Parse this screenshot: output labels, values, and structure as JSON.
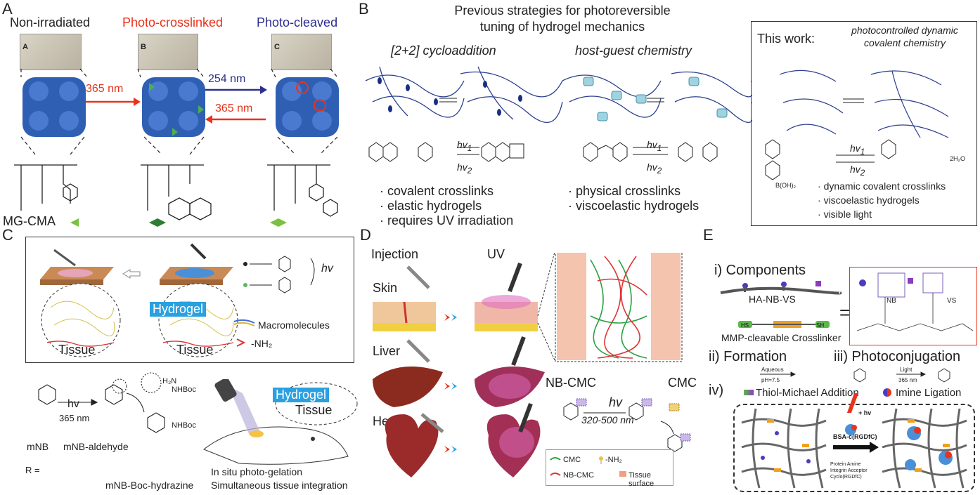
{
  "panelA": {
    "label": "A",
    "states": [
      "Non-irradiated",
      "Photo-crosslinked",
      "Photo-cleaved"
    ],
    "photo_labels": [
      "A",
      "B",
      "C"
    ],
    "wl_365_a": "365 nm",
    "wl_254": "254 nm",
    "wl_365_b": "365 nm",
    "material": "MG-CMA",
    "colors": {
      "red": "#e8331c",
      "blue": "#2b2f8f",
      "network": "#2f5fb3",
      "marker": "#4caf50"
    }
  },
  "panelB": {
    "label": "B",
    "title_line1": "Previous strategies for photoreversible",
    "title_line2": "tuning of hydrogel mechanics",
    "col1_title": "[2+2] cycloaddition",
    "col2_title": "host-guest chemistry",
    "hv1": "hv",
    "sub1": "1",
    "hv2": "hv",
    "sub2": "2",
    "col1_bullets": [
      "covalent crosslinks",
      "elastic hydrogels",
      "requires UV irradiation"
    ],
    "col2_bullets": [
      "physical crosslinks",
      "viscoelastic hydrogels"
    ],
    "this_work_label": "This work:",
    "this_work_desc_1": "photocontrolled dynamic",
    "this_work_desc_2": "covalent chemistry",
    "boronic": "B(OH)₂",
    "water": "2H₂O",
    "col3_bullets": [
      "dynamic covalent crosslinks",
      "viscoelastic hydrogels",
      "visible light"
    ]
  },
  "panelC": {
    "label": "C",
    "hv": "hv",
    "hydrogel": "Hydrogel",
    "tissue": "Tissue",
    "legend_macro": "Macromolecules",
    "legend_nh2": "-NH₂",
    "scheme_hv": "hv",
    "scheme_nm": "365 nm",
    "names": [
      "mNB",
      "mNB-aldehyde",
      "mNB-Boc-hydrazine"
    ],
    "r_eq": "R =",
    "nhboc": "NHBoc",
    "h2n": "H₂N",
    "mouse_hydrogel": "Hydrogel",
    "mouse_tissue": "Tissue",
    "caption1": "In situ photo-gelation",
    "caption2": "Simultaneous tissue integration"
  },
  "panelD": {
    "label": "D",
    "injection": "Injection",
    "uv": "UV",
    "organs": [
      "Skin",
      "Liver",
      "Heart"
    ],
    "nbcmc": "NB-CMC",
    "cmc": "CMC",
    "hv": "hv",
    "range": "320-500 nm",
    "legend": [
      "CMC",
      "-NH₂",
      "NB-CMC",
      "Tissue surface"
    ]
  },
  "panelE": {
    "label": "E",
    "components": "i)  Components",
    "polymer": "HA-NB-VS",
    "crosslinker": "MMP-cleavable Crosslinker",
    "hs": "HS",
    "sh": "SH",
    "nb": "NB",
    "vs": "VS",
    "formation": "ii) Formation",
    "photoconj": "iii)  Photoconjugation",
    "aqueous": "Aqueous",
    "ph": "pH=7.5",
    "light": "Light",
    "light_nm": "365 nm",
    "iv": "iv)",
    "thiol": "Thiol-Michael Addition",
    "imine": "Imine Ligation",
    "plus_hv": "+ hv",
    "bsa": "BSA-c(RGDfC)",
    "legend_small": [
      "Protein Amine",
      "Integrin Acceptor",
      "Cyclo(RGDfC)"
    ]
  }
}
